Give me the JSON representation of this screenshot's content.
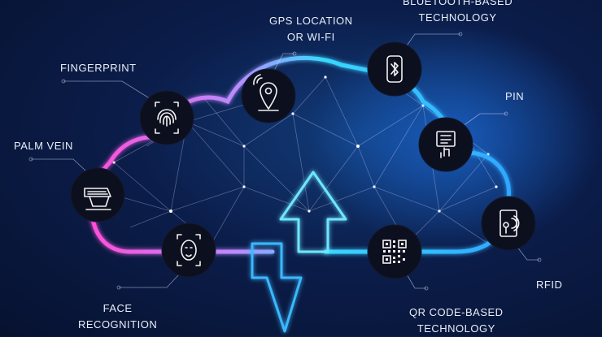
{
  "labels": {
    "fingerprint": "FINGERPRINT",
    "palm_vein": "PALM VEIN",
    "face_recognition": [
      "FACE",
      "RECOGNITION"
    ],
    "gps": [
      "GPS LOCATION",
      "OR WI-FI"
    ],
    "bluetooth": [
      "BLUETOOTH-BASED",
      "TECHNOLOGY"
    ],
    "pin": "PIN",
    "rfid": "RFID",
    "qr_code": [
      "QR CODE-BASED",
      "TECHNOLOGY"
    ]
  },
  "icons": [
    "fingerprint-icon",
    "palm-vein-icon",
    "face-icon",
    "gps-pin-icon",
    "bluetooth-icon",
    "pin-keypad-icon",
    "rfid-card-icon",
    "qr-code-icon"
  ],
  "colors": {
    "cloud_left": "#ff4fd8",
    "cloud_right": "#3ad8ff",
    "arrow": "#6ee6ff",
    "background": "#0b1d4a"
  }
}
